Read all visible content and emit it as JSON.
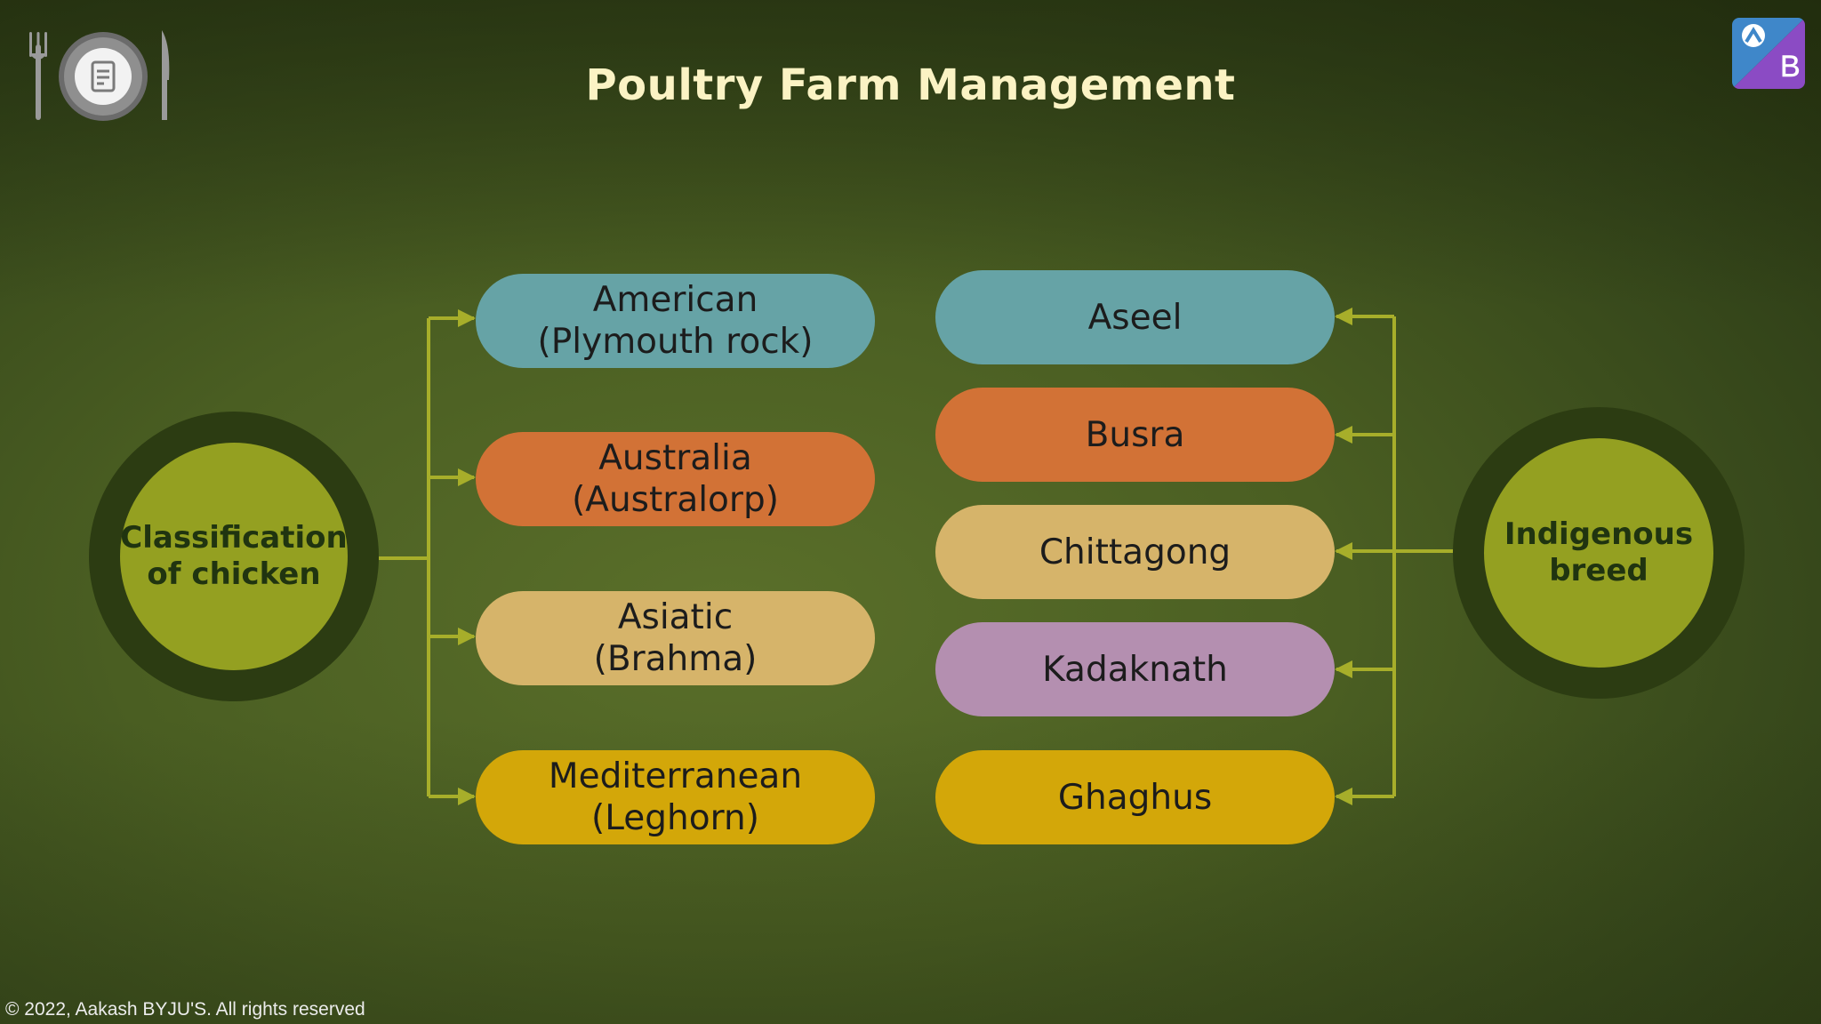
{
  "title": "Poultry Farm Management",
  "copyright": "© 2022, Aakash BYJU'S. All rights reserved",
  "icons": {
    "menu": "plate-fork-knife-icon",
    "brand": "byjus-logo-icon"
  },
  "colors": {
    "teal": "#66a3a6",
    "orange": "#d27236",
    "tan": "#d6b46a",
    "mauve": "#b48fb0",
    "gold": "#d3a709",
    "circle": "#94a021",
    "connector": "#a7ae2a"
  },
  "left_hub": {
    "label": "Classification\nof chicken"
  },
  "right_hub": {
    "label": "Indigenous\nbreed"
  },
  "classification": [
    {
      "label": "American\n(Plymouth rock)",
      "color": "teal"
    },
    {
      "label": "Australia\n(Australorp)",
      "color": "orange"
    },
    {
      "label": "Asiatic\n(Brahma)",
      "color": "tan"
    },
    {
      "label": "Mediterranean\n(Leghorn)",
      "color": "gold"
    }
  ],
  "indigenous": [
    {
      "label": "Aseel",
      "color": "teal"
    },
    {
      "label": "Busra",
      "color": "orange"
    },
    {
      "label": "Chittagong",
      "color": "tan"
    },
    {
      "label": "Kadaknath",
      "color": "mauve"
    },
    {
      "label": "Ghaghus",
      "color": "gold"
    }
  ]
}
